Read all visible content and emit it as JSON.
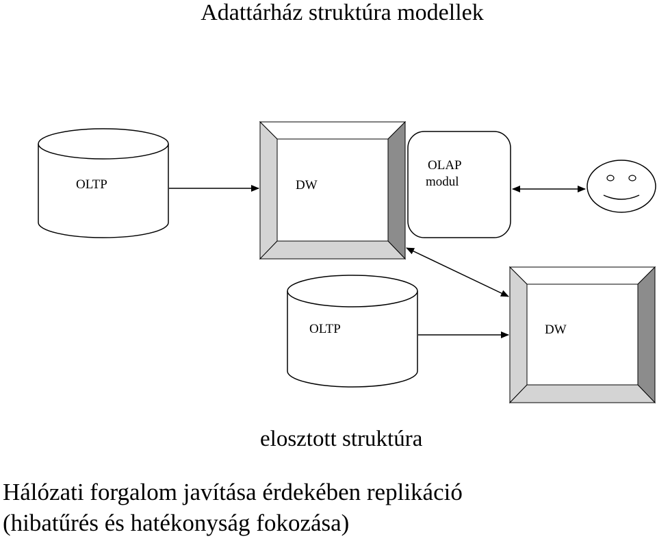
{
  "title": "Adattárház struktúra modellek",
  "nodes": {
    "oltp_top": "OLTP",
    "dw_top": "DW",
    "olap_line1": "OLAP",
    "olap_line2": "modul",
    "oltp_bottom": "OLTP",
    "dw_bottom": "DW"
  },
  "caption": "elosztott struktúra",
  "footer": {
    "line1": "Hálózati forgalom javítása érdekében replikáció",
    "line2": "(hibatűrés és hatékonyság fokozása)"
  },
  "colors": {
    "bevel_light": "#ffffff",
    "bevel_mid": "#d4d4d4",
    "bevel_dark": "#8c8c8c",
    "stroke": "#000000"
  }
}
